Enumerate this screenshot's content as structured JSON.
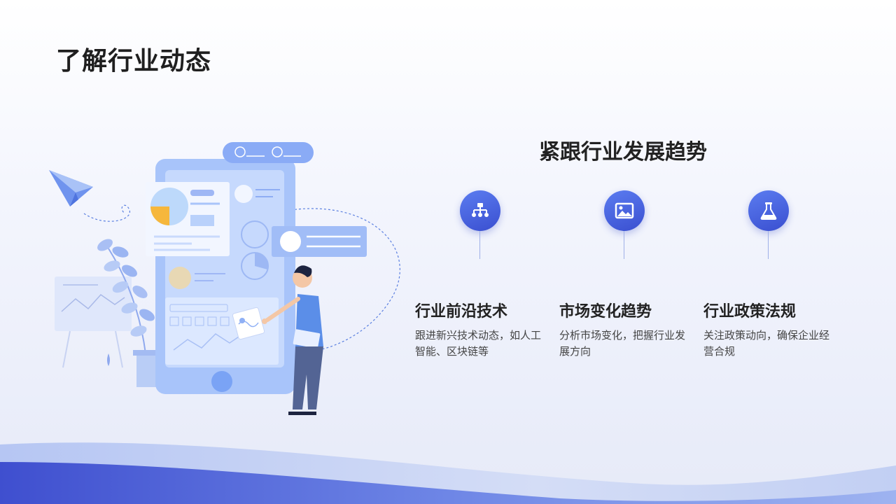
{
  "slide": {
    "title": "了解行业动态",
    "section_heading": "紧跟行业发展趋势"
  },
  "features": [
    {
      "icon": "org-chart-icon",
      "title": "行业前沿技术",
      "desc": "跟进新兴技术动态，如人工智能、区块链等"
    },
    {
      "icon": "image-icon",
      "title": "市场变化趋势",
      "desc": "分析市场变化，把握行业发展方向"
    },
    {
      "icon": "flask-icon",
      "title": "行业政策法规",
      "desc": "关注政策动向，确保企业经营合规"
    }
  ],
  "colors": {
    "accent": "#4a63dd",
    "accent_light": "#8fb0f5",
    "title_text": "#1f1f1f",
    "body_text": "#444444"
  },
  "illustration": {
    "subject": "person-with-phone-dashboard",
    "elements": [
      "paper-plane-icon",
      "plant-icon",
      "chart-board",
      "pie-chart",
      "line-chart"
    ]
  }
}
